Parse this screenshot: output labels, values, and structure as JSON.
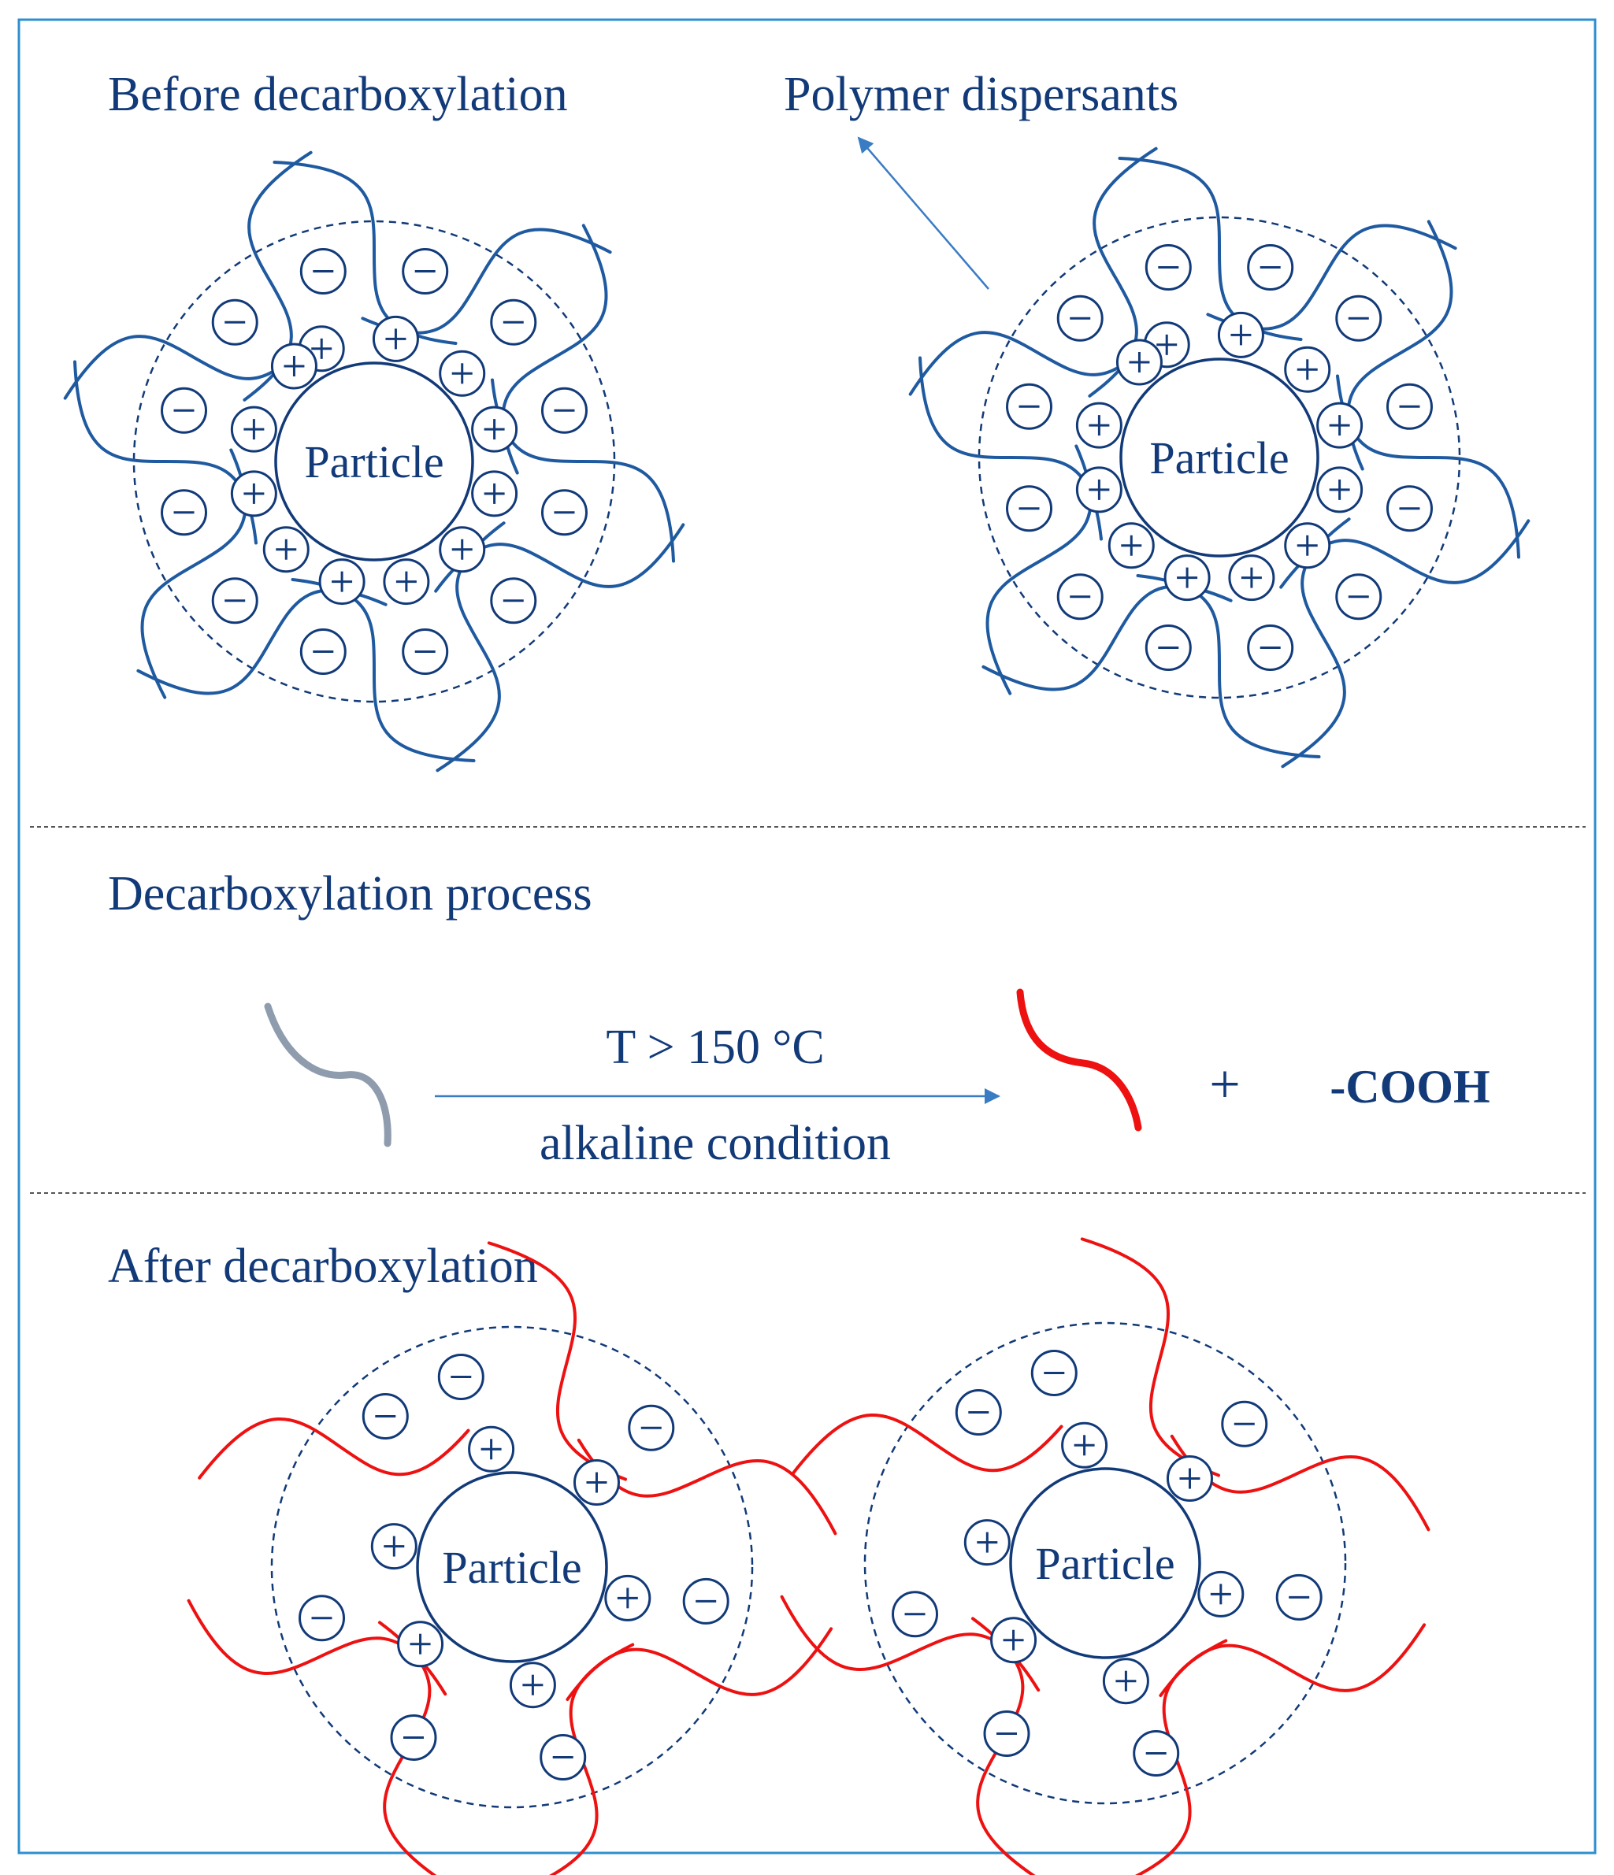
{
  "colors": {
    "frame": "#2e8fd0",
    "ink": "#123a78",
    "chain": "#1f5aa0",
    "divider": "#555555",
    "arrow": "#3a7cc4",
    "gray_chain": "#8e9cae",
    "red_chain": "#ee1111"
  },
  "sections": {
    "before_title": "Before decarboxylation",
    "dispersant_label": "Polymer dispersants",
    "process_title": "Decarboxylation process",
    "after_title": "After decarboxylation"
  },
  "particle_label": "Particle",
  "reaction": {
    "condition_top": "T > 150 °C",
    "condition_bottom": "alkaline condition",
    "plus": "+",
    "product": "-COOH"
  },
  "ion_symbols": {
    "positive": "+",
    "negative": "-"
  },
  "icons": {
    "positive": "plus-in-circle-icon",
    "negative": "minus-in-circle-icon"
  }
}
